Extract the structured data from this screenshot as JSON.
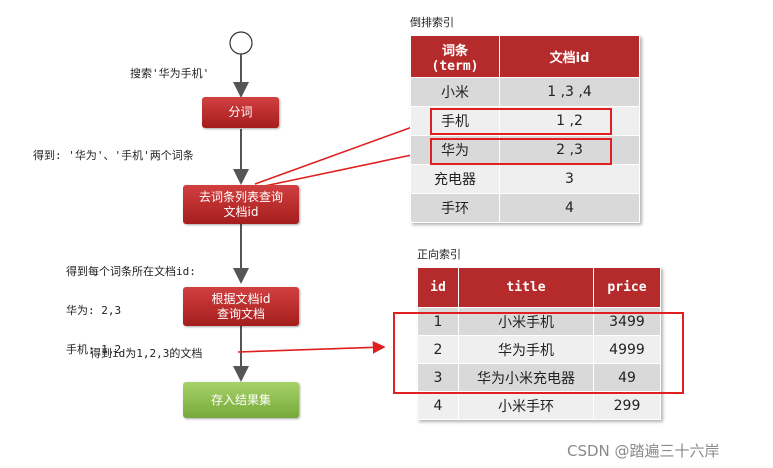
{
  "flow": {
    "search_label": "搜索'华为手机'",
    "step1": "分词",
    "note1": "得到: '华为'、'手机'两个词条",
    "step2_line1": "去词条列表查询",
    "step2_line2": "文档id",
    "note2_line1": "得到每个词条所在文档id:",
    "note2_line2": "华为: 2,3",
    "note2_line3": "手机: 1,2",
    "step3_line1": "根据文档id",
    "step3_line2": "查询文档",
    "note3": "得到id为1,2,3的文档",
    "step4": "存入结果集"
  },
  "inverted_index": {
    "caption": "倒排索引",
    "header_term_line1": "词条",
    "header_term_line2": "(term)",
    "header_docid": "文档id",
    "rows": [
      {
        "term": "小米",
        "ids": "1 ,3 ,4"
      },
      {
        "term": "手机",
        "ids": "1 ,2"
      },
      {
        "term": "华为",
        "ids": "2 ,3"
      },
      {
        "term": "充电器",
        "ids": "3"
      },
      {
        "term": "手环",
        "ids": "4"
      }
    ]
  },
  "forward_index": {
    "caption": "正向索引",
    "headers": [
      "id",
      "title",
      "price"
    ],
    "rows": [
      {
        "id": "1",
        "title": "小米手机",
        "price": "3499"
      },
      {
        "id": "2",
        "title": "华为手机",
        "price": "4999"
      },
      {
        "id": "3",
        "title": "华为小米充电器",
        "price": "49"
      },
      {
        "id": "4",
        "title": "小米手环",
        "price": "299"
      }
    ]
  },
  "watermark": "CSDN @踏遍三十六岸",
  "colors": {
    "accent_red": "#b52b2b",
    "highlight": "#e02020",
    "final_green": "#8bbd4d"
  }
}
